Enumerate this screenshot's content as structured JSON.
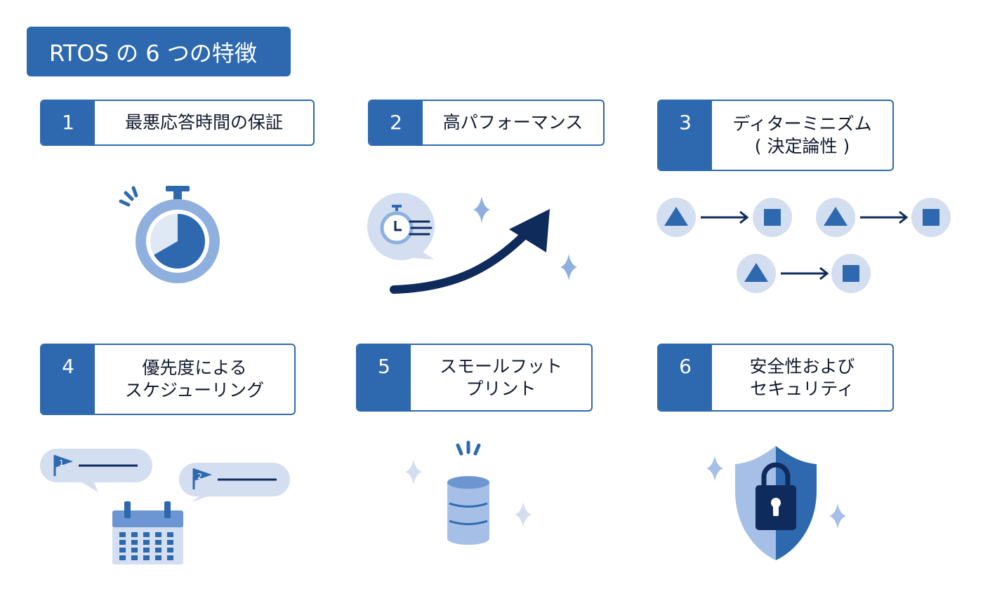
{
  "title": "RTOS の 6 つの特徴",
  "features": [
    {
      "number": "1",
      "lines": [
        "最悪応答時間の保証"
      ]
    },
    {
      "number": "2",
      "lines": [
        "高パフォーマンス"
      ]
    },
    {
      "number": "3",
      "lines": [
        "ディターミニズム",
        "( 決定論性 )"
      ]
    },
    {
      "number": "4",
      "lines": [
        "優先度による",
        "スケジューリング"
      ]
    },
    {
      "number": "5",
      "lines": [
        "スモールフット",
        "プリント"
      ]
    },
    {
      "number": "6",
      "lines": [
        "安全性および",
        "セキュリティ"
      ]
    }
  ],
  "flags": [
    "1",
    "2"
  ],
  "colors": {
    "primary": "#2e69b0",
    "light": "#8fb0df",
    "pale": "#d3def0",
    "dark": "#0f2b5c",
    "text": "#111b2e"
  }
}
